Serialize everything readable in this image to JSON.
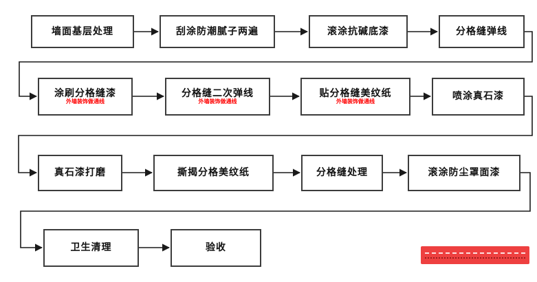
{
  "diagram": {
    "type": "flowchart",
    "flow_direction": "left-to-right, wrapping across 4 rows",
    "rows": [
      {
        "steps": [
          {
            "label": "墙面基层处理",
            "note": ""
          },
          {
            "label": "刮涂防潮腻子两遍",
            "note": ""
          },
          {
            "label": "滚涂抗碱底漆",
            "note": ""
          },
          {
            "label": "分格缝弹线",
            "note": ""
          }
        ]
      },
      {
        "steps": [
          {
            "label": "涂刷分格缝漆",
            "note": "外墙装饰做通线"
          },
          {
            "label": "分格缝二次弹线",
            "note": "外墙装饰做通线"
          },
          {
            "label": "贴分格缝美纹纸",
            "note": "外墙装饰做通线"
          },
          {
            "label": "喷涂真石漆",
            "note": ""
          }
        ]
      },
      {
        "steps": [
          {
            "label": "真石漆打磨",
            "note": ""
          },
          {
            "label": "撕揭分格美纹纸",
            "note": ""
          },
          {
            "label": "分格缝处理",
            "note": ""
          },
          {
            "label": "滚涂防尘罩面漆",
            "note": ""
          }
        ]
      },
      {
        "steps": [
          {
            "label": "卫生清理",
            "note": ""
          },
          {
            "label": "验收",
            "note": ""
          }
        ]
      }
    ],
    "sequence": [
      "墙面基层处理",
      "刮涂防潮腻子两遍",
      "滚涂抗碱底漆",
      "分格缝弹线",
      "涂刷分格缝漆",
      "分格缝二次弹线",
      "贴分格缝美纹纸",
      "喷涂真石漆",
      "真石漆打磨",
      "撕揭分格美纹纸",
      "分格缝处理",
      "滚涂防尘罩面漆",
      "卫生清理",
      "验收"
    ],
    "colors": {
      "box_border": "#3c3c3c",
      "box_fill": "#ffffff",
      "arrow": "#1a1a1a",
      "label_text": "#111111",
      "note_text": "#ff0000",
      "watermark_bg": "#ee4040"
    }
  }
}
